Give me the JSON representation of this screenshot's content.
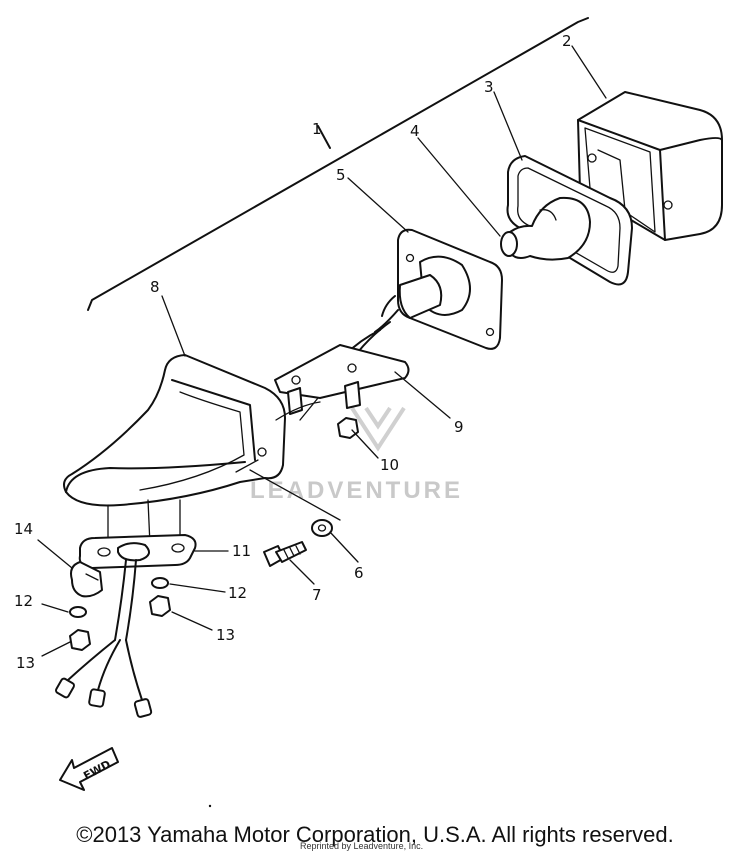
{
  "watermark": "LEADVENTURE",
  "fwd_label": "FWD",
  "copyright": "©2013 Yamaha Motor Corporation, U.S.A. All rights reserved.",
  "reprint_note": "Reprinted by Leadventure, Inc.",
  "callouts": {
    "p1": "1",
    "p2": "2",
    "p3": "3",
    "p4": "4",
    "p5": "5",
    "p6": "6",
    "p7": "7",
    "p8": "8",
    "p9": "9",
    "p10": "10",
    "p11": "11",
    "p12a": "12",
    "p12b": "12",
    "p13a": "13",
    "p13b": "13",
    "p14": "14"
  }
}
